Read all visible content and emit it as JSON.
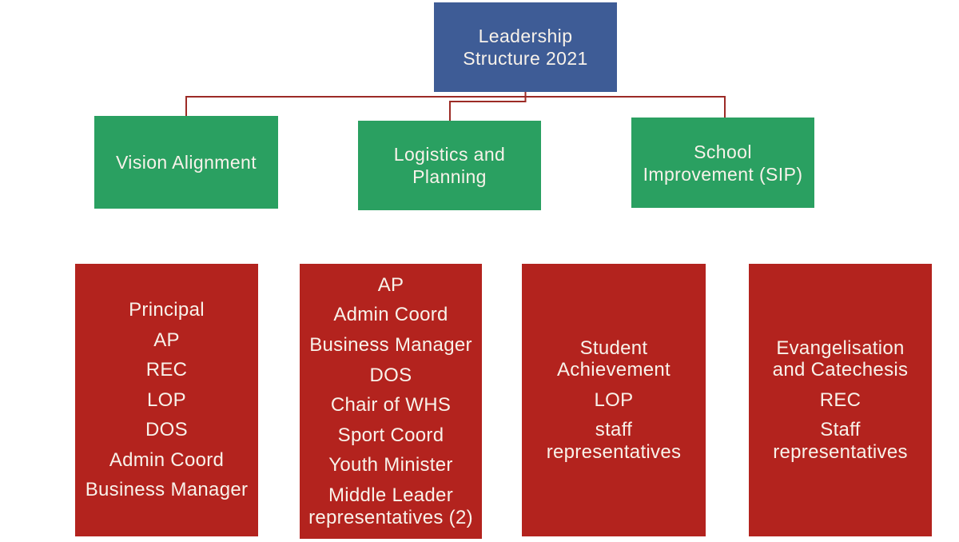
{
  "colors": {
    "root_fill": "#3e5c96",
    "branch_fill": "#2aa061",
    "committee_fill": "#b3231e",
    "connector_line": "#9c2b26",
    "text": "#f8f2ea",
    "background": "#ffffff"
  },
  "root": {
    "label": "Leadership\nStructure 2021"
  },
  "branches": [
    {
      "label": "Vision Alignment"
    },
    {
      "label": "Logistics and\nPlanning"
    },
    {
      "label": "School\nImprovement (SIP)"
    }
  ],
  "committees": [
    {
      "items": [
        "Principal",
        "AP",
        "REC",
        "LOP",
        "DOS",
        "Admin Coord",
        "Business Manager"
      ]
    },
    {
      "items": [
        "AP",
        "Admin Coord",
        "Business Manager",
        "DOS",
        "Chair of WHS",
        "Sport Coord",
        "Youth Minister",
        "Middle Leader\nrepresentatives (2)"
      ]
    },
    {
      "items": [
        "Student\nAchievement",
        "LOP",
        "staff\nrepresentatives"
      ]
    },
    {
      "items": [
        "Evangelisation\nand Catechesis",
        "REC",
        "Staff\nrepresentatives"
      ]
    }
  ]
}
